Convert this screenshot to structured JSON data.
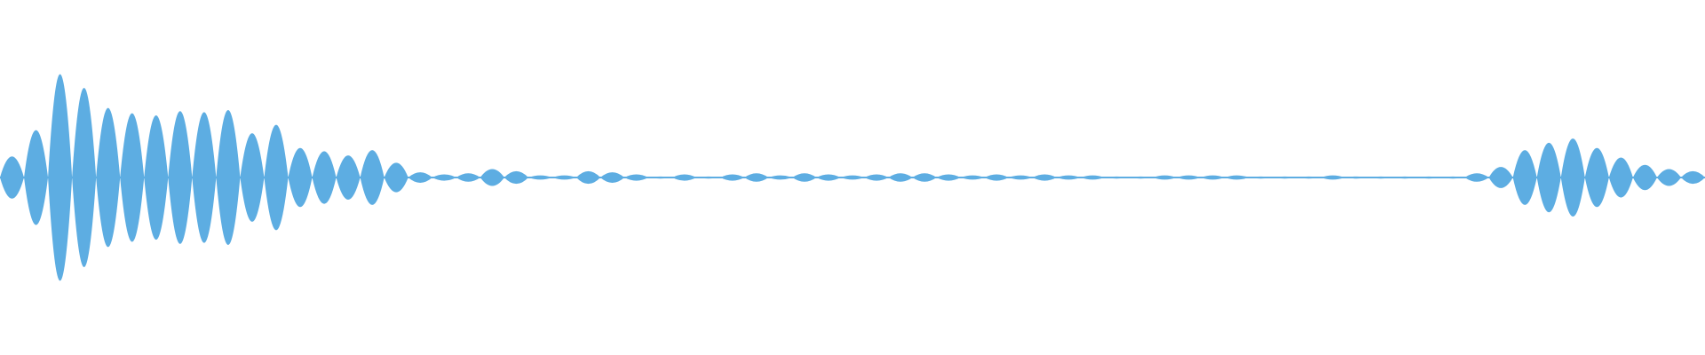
{
  "waveform": {
    "color": "#5dade2",
    "background": "#ffffff",
    "envelope": [
      0.2,
      0.45,
      0.98,
      0.85,
      0.66,
      0.61,
      0.59,
      0.63,
      0.62,
      0.64,
      0.42,
      0.5,
      0.28,
      0.25,
      0.21,
      0.26,
      0.14,
      0.05,
      0.03,
      0.04,
      0.08,
      0.06,
      0.02,
      0.02,
      0.06,
      0.05,
      0.03,
      0.01,
      0.03,
      0.01,
      0.03,
      0.04,
      0.02,
      0.04,
      0.03,
      0.02,
      0.03,
      0.04,
      0.04,
      0.03,
      0.02,
      0.03,
      0.02,
      0.03,
      0.02,
      0.02,
      0.01,
      0.01,
      0.02,
      0.02,
      0.02,
      0.02,
      0.01,
      0.01,
      0.01,
      0.02,
      0.01,
      0.01,
      0.01,
      0.01,
      0.01,
      0.04,
      0.1,
      0.26,
      0.33,
      0.37,
      0.28,
      0.19,
      0.12,
      0.08,
      0.06
    ]
  }
}
